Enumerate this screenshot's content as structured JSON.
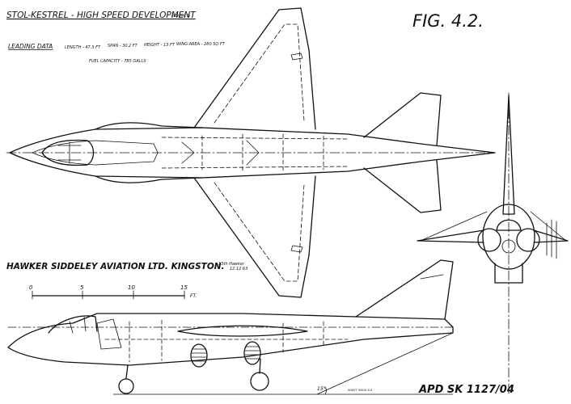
{
  "title": "STOL-KESTREL - HIGH SPEED DEVELOPMENT",
  "title_note": "(GNOME 1)",
  "fig_label": "FIG. 4.2.",
  "leading_data": {
    "heading": "LEADING DATA",
    "length": "LENGTH - 47.3 FT",
    "span": "SPAN - 30.2 FT",
    "height": "HEIGHT - 13 FT",
    "wing_area": "WING AREA - 280 SQ FT",
    "fuel_capacity": "FUEL CAPACITY - 785 GALLS"
  },
  "company": "HAWKER SIDDELEY AVIATION LTD. KINGSTON.",
  "company_annotation": "13th Hawker",
  "company_date": "12.12.63",
  "scale": {
    "ticks": [
      "0",
      "5",
      "10",
      "15"
    ],
    "unit": "FT."
  },
  "angle_label": "15°",
  "small_note": "SHEET ISSUE 6.6",
  "drawing_number": "APD SK 1127/04",
  "colors": {
    "ink": "#111111",
    "paper": "#ffffff"
  }
}
